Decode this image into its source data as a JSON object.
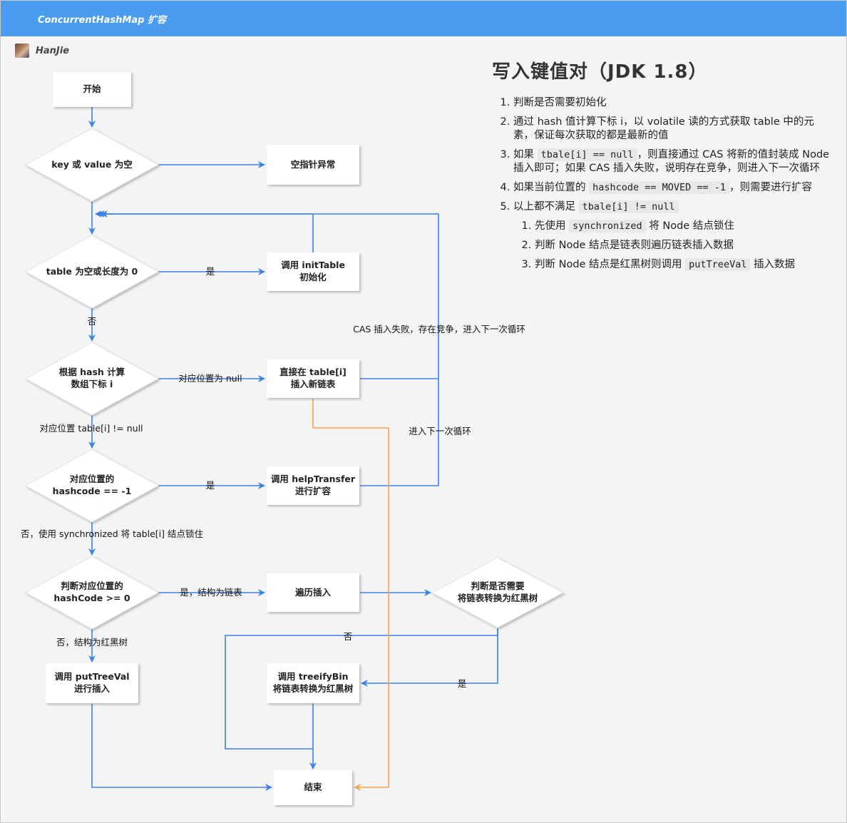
{
  "window": {
    "title": "ConcurrentHashMap 扩容"
  },
  "author": {
    "name": "HanJie"
  },
  "colors": {
    "header": "#4a9cf0",
    "edge": "#3b82e8",
    "edge_alt": "#f5a64a"
  },
  "nodes": {
    "start": "开始",
    "cond_null": "key 或 value 为空",
    "npe": "空指针异常",
    "cond_table_empty": "table 为空或长度为 0",
    "init_table_1": "调用 initTable",
    "init_table_2": "初始化",
    "calc_index_1": "根据 hash 计算",
    "calc_index_2": "数组下标 i",
    "insert_new_1": "直接在 table[i]",
    "insert_new_2": "插入新链表",
    "cond_moved_1": "对应位置的",
    "cond_moved_2": "hashcode == -1",
    "help_transfer_1": "调用 helpTransfer",
    "help_transfer_2": "进行扩容",
    "cond_hash_1": "判断对应位置的",
    "cond_hash_2": "hashCode >= 0",
    "traverse_insert": "遍历插入",
    "cond_treeify_1": "判断是否需要",
    "cond_treeify_2": "将链表转换为红黑树",
    "put_tree_val_1": "调用 putTreeVal",
    "put_tree_val_2": "进行插入",
    "treeify_1": "调用 treeifyBin",
    "treeify_2": "将链表转换为红黑树",
    "end": "结束"
  },
  "edge_labels": {
    "yes_init": "是",
    "no_init": "否",
    "null_slot": "对应位置为 null",
    "cas_fail": "CAS 插入失败，存在竞争，进入下一次循环",
    "not_null_slot": "对应位置 table[i] != null",
    "next_loop": "进入下一次循环",
    "yes_moved": "是",
    "no_moved": "否，使用 synchronized 将 table[i] 结点锁住",
    "yes_list": "是，结构为链表",
    "no_tree": "否，结构为红黑树",
    "no_treeify": "否",
    "yes_treeify": "是"
  },
  "notes": {
    "title": "写入键值对（JDK 1.8）",
    "s1": "判断是否需要初始化",
    "s2": "通过 hash 值计算下标 i，以 volatile 读的方式获取 table 中的元素，保证每次获取的都是最新的值",
    "s3_a": "如果",
    "s3_code": "tbale[i] == null",
    "s3_b": "，则直接通过 CAS 将新的值封装成 Node 插入即可；如果 CAS 插入失败，说明存在竞争，则进入下一次循环",
    "s4_a": "如果当前位置的",
    "s4_code": "hashcode == MOVED == -1",
    "s4_b": "，则需要进行扩容",
    "s5_a": "以上都不满足",
    "s5_code": "tbale[i] != null",
    "s5_1_a": "先使用",
    "s5_1_code": "synchronized",
    "s5_1_b": "将 Node 结点锁住",
    "s5_2": "判断 Node 结点是链表则遍历链表插入数据",
    "s5_3_a": "判断 Node 结点是红黑树则调用",
    "s5_3_code": "putTreeVal",
    "s5_3_b": "插入数据"
  }
}
